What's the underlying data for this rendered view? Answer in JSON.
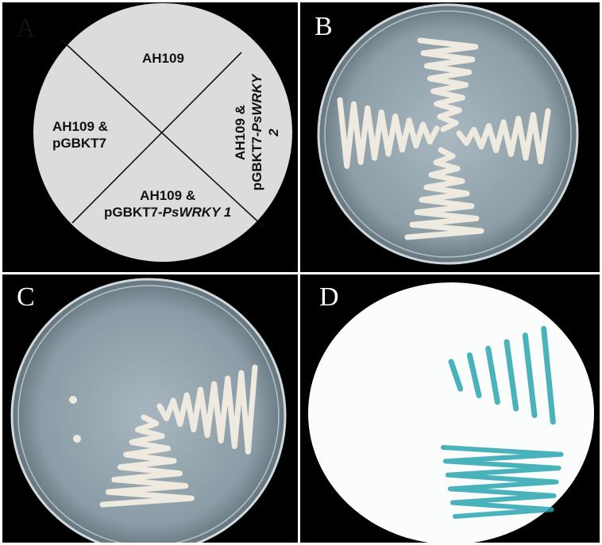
{
  "panels": {
    "a": {
      "letter": "A",
      "sectors": {
        "top": "AH109",
        "left_l1": "AH109 &",
        "left_l2": "pGBKT7",
        "bottom_l1": "AH109 &",
        "bottom_l2a": "pGBKT7-",
        "bottom_l2b": "PsWRKY 1",
        "right_l1": "AH109 &",
        "right_l2a": "pGBKT7-",
        "right_l2b": "PsWRKY 2"
      }
    },
    "b": {
      "letter": "B"
    },
    "c": {
      "letter": "C"
    },
    "d": {
      "letter": "D"
    }
  },
  "colors": {
    "background": "#000000",
    "diagram_disc": "#dcdcdc",
    "agar": "#8e9ea7",
    "colony": "#eeeae0",
    "membrane": "#fbfcfc",
    "blue_stain": "#2aa6b0"
  }
}
